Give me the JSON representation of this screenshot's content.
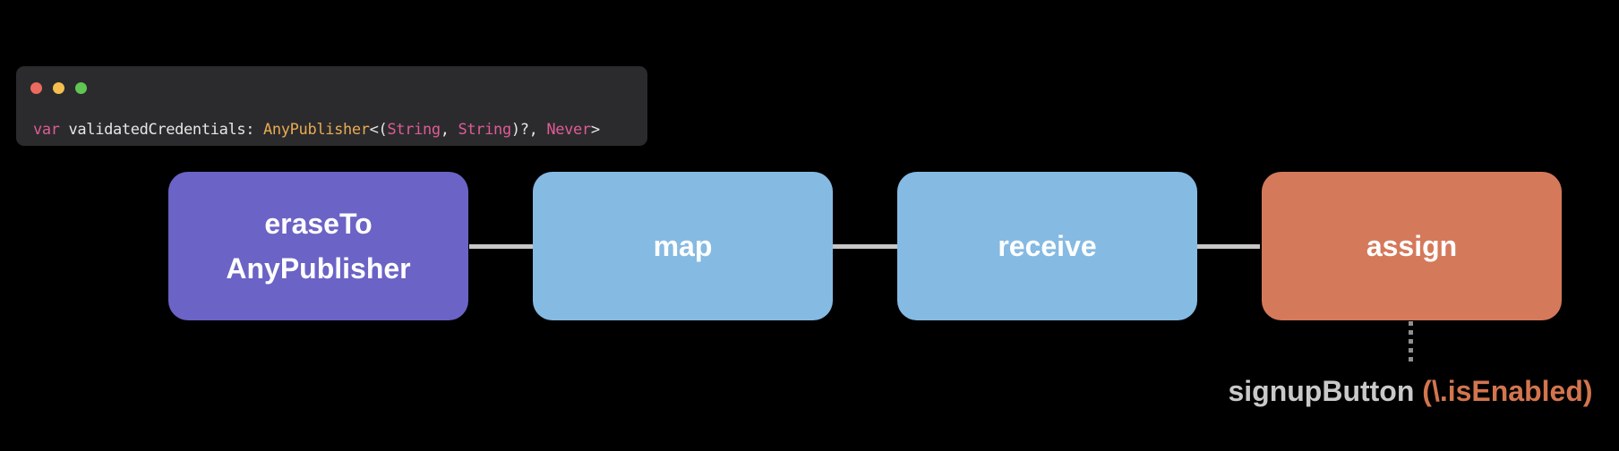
{
  "canvas": {
    "background": "#000000"
  },
  "code_window": {
    "background": "#2b2b2d",
    "traffic_lights": [
      {
        "name": "close-window-dot",
        "color": "#ec6a5e"
      },
      {
        "name": "minimize-window-dot",
        "color": "#f4bf4f"
      },
      {
        "name": "zoom-window-dot",
        "color": "#61c554"
      }
    ],
    "code_line": {
      "full_text": "var validatedCredentials: AnyPublisher<(String, String)?, Never>",
      "tokens": [
        {
          "text": "var",
          "color": "#df5b96"
        },
        {
          "text": " validatedCredentials: ",
          "color": "#e6e6e6"
        },
        {
          "text": "AnyPublisher",
          "color": "#e8ab53"
        },
        {
          "text": "<(",
          "color": "#e6e6e6"
        },
        {
          "text": "String",
          "color": "#df5b96"
        },
        {
          "text": ", ",
          "color": "#e6e6e6"
        },
        {
          "text": "String",
          "color": "#df5b96"
        },
        {
          "text": ")?, ",
          "color": "#e6e6e6"
        },
        {
          "text": "Never",
          "color": "#df5b96"
        },
        {
          "text": ">",
          "color": "#e6e6e6"
        }
      ]
    }
  },
  "pipeline": {
    "connector_color": "#c7c7c7",
    "label_color": "#ffffff",
    "operators": [
      {
        "id": "erase-to-any-publisher",
        "label_lines": [
          "eraseTo",
          "AnyPublisher"
        ],
        "color": "#6b63c5"
      },
      {
        "id": "map",
        "label_lines": [
          "map"
        ],
        "color": "#85bae3"
      },
      {
        "id": "receive",
        "label_lines": [
          "receive"
        ],
        "color": "#85bae3"
      },
      {
        "id": "assign",
        "label_lines": [
          "assign"
        ],
        "color": "#d5795b"
      }
    ]
  },
  "assign_target": {
    "dotted_line_color": "#8f8f8f",
    "label_plain": "signupButton ",
    "label_keypath": "(\\.isEnabled)",
    "plain_color": "#c9c9c9",
    "keypath_color": "#d2754f"
  }
}
